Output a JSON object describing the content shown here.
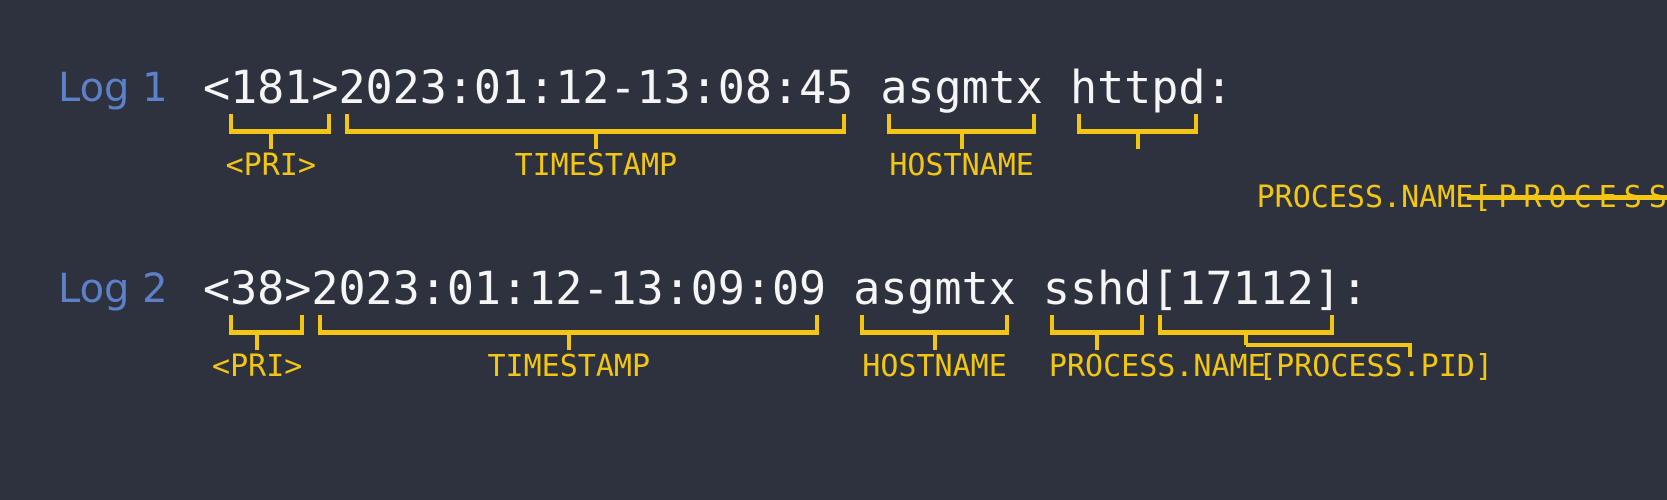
{
  "colors": {
    "background": "#2d323e",
    "log_text": "#f4f5f4",
    "annotation_yellow": "#f2c613",
    "row_label_blue": "#5c81c8"
  },
  "logs": [
    {
      "label": "Log 1",
      "segments": [
        {
          "text": "<181>",
          "field": "<PRI>"
        },
        {
          "text": "2023:01:12-13:08:45",
          "field": "TIMESTAMP"
        },
        {
          "text": " "
        },
        {
          "text": "asgmtx",
          "field": "HOSTNAME"
        },
        {
          "text": " "
        },
        {
          "text": "httpd",
          "field": "PROCESS.NAME",
          "field_extra": "[PROCESS.PID]",
          "field_extra_struck": true
        },
        {
          "text": ":"
        }
      ]
    },
    {
      "label": "Log 2",
      "segments": [
        {
          "text": "<38>",
          "field": "<PRI>"
        },
        {
          "text": "2023:01:12-13:09:09",
          "field": "TIMESTAMP"
        },
        {
          "text": " "
        },
        {
          "text": "asgmtx",
          "field": "HOSTNAME"
        },
        {
          "text": " "
        },
        {
          "text": "sshd",
          "field": "PROCESS.NAME"
        },
        {
          "text": "[17112]",
          "field": "[PROCESS.PID]"
        },
        {
          "text": ":"
        }
      ]
    }
  ]
}
